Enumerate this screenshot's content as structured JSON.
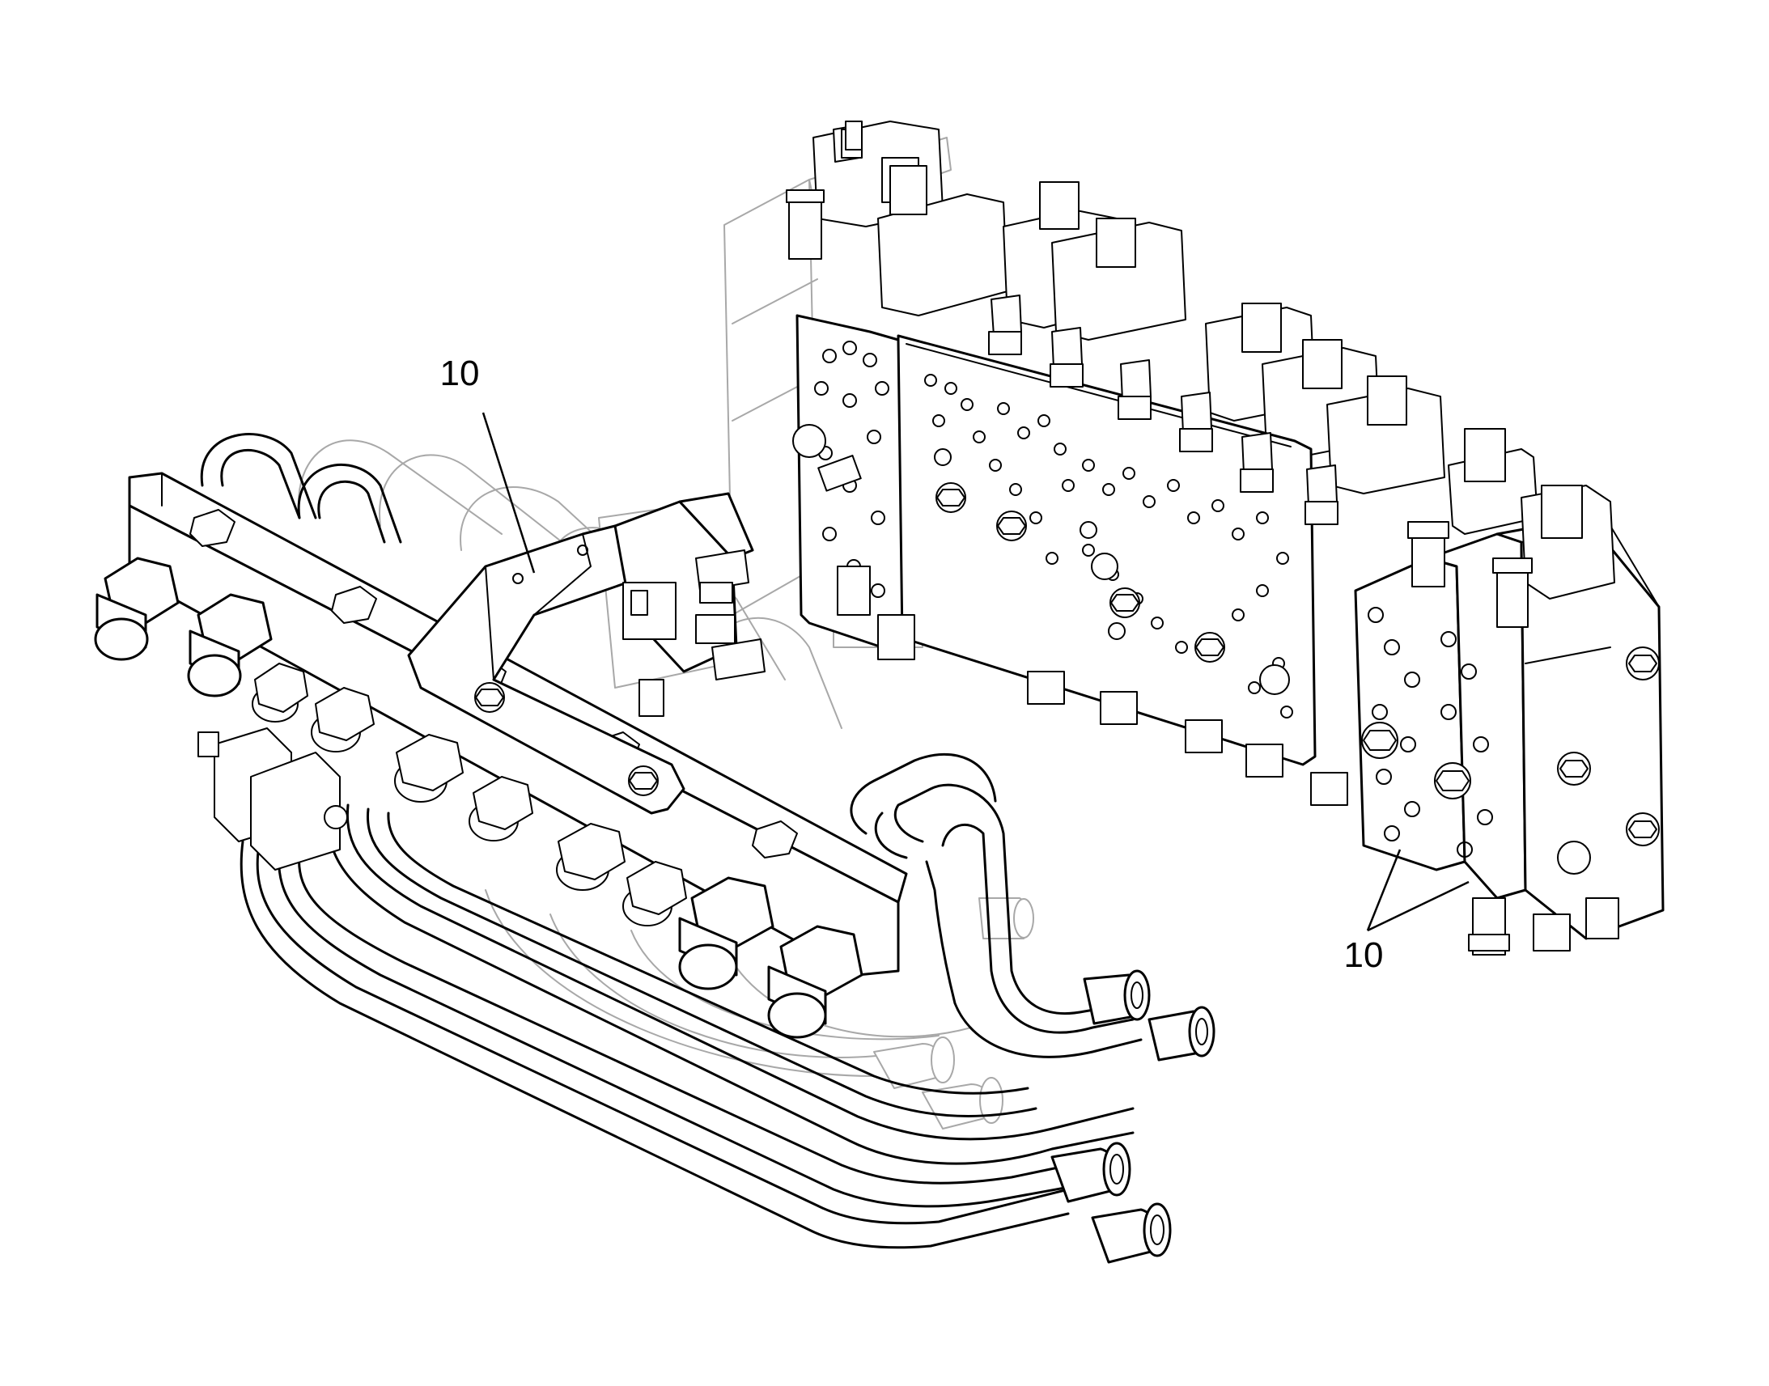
{
  "callouts": [
    {
      "id": "callout-left",
      "label": "10"
    },
    {
      "id": "callout-right",
      "label": "10"
    }
  ],
  "colors": {
    "line": "#000000",
    "ghost_line": "#a8a8a8",
    "background": "#ffffff"
  }
}
